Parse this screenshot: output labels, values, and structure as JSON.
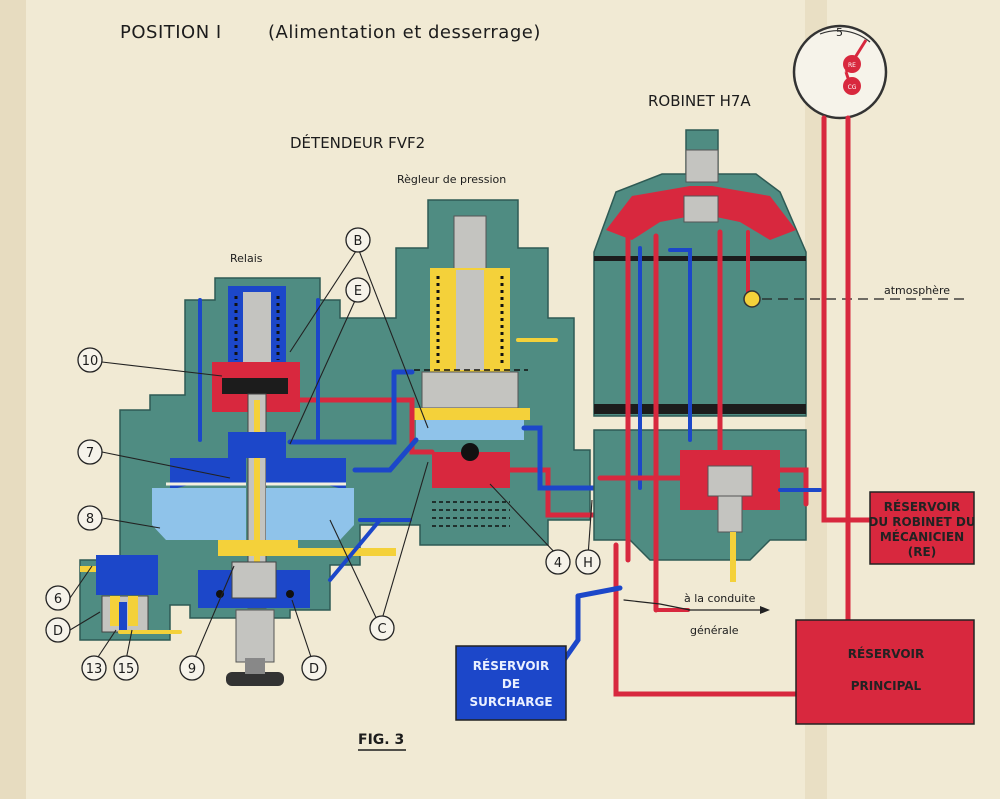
{
  "title": "POSITION I",
  "subtitle": "(Alimentation et desserrage)",
  "detendeur_title": "DÉTENDEUR FVF2",
  "robinet_title": "ROBINET H7A",
  "regleur_label": "Règleur de pression",
  "relais_label": "Relais",
  "atmosphere_label": "atmosphère",
  "conduite_label_1": "à la conduite",
  "conduite_label_2": "générale",
  "fig_label": "FIG. 3",
  "gauge_mark": "5",
  "gauge_needle_1": "RE",
  "gauge_needle_2": "CG",
  "reservoir_robinet": [
    "RÉSERVOIR",
    "DU ROBINET DU",
    "MÉCANICIEN",
    "(RE)"
  ],
  "reservoir_principal": [
    "RÉSERVOIR",
    "PRINCIPAL"
  ],
  "reservoir_surcharge": [
    "RÉSERVOIR",
    "DE",
    "SURCHARGE"
  ],
  "callouts": {
    "c10": "10",
    "c7": "7",
    "c8": "8",
    "c6": "6",
    "cD1": "D",
    "c13": "13",
    "c15": "15",
    "c9": "9",
    "cD2": "D",
    "cC": "C",
    "c4": "4",
    "cH": "H",
    "cB": "B",
    "cE": "E"
  },
  "colors": {
    "paper": "#f1ead4",
    "body": "#4f8c82",
    "red": "#d8283e",
    "blue": "#1c47c9",
    "light_blue": "#8fc3ea",
    "yellow": "#f4d13a",
    "grey": "#c4c4c0"
  }
}
